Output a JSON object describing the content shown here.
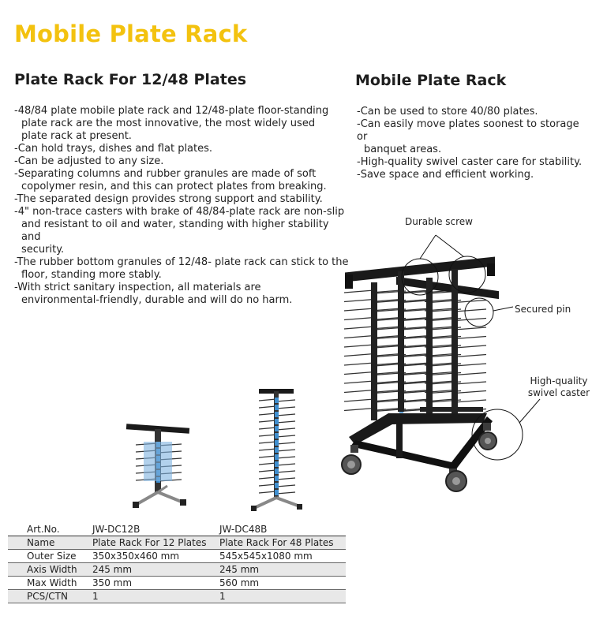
{
  "page_title": "Mobile Plate Rack",
  "left": {
    "title": "Plate Rack For 12/48 Plates",
    "features": [
      [
        "-48/84 plate mobile plate rack and 12/48-plate floor-standing",
        "plate rack are the most innovative, the most widely used",
        "plate rack at present."
      ],
      [
        "-Can hold trays, dishes and flat plates."
      ],
      [
        "-Can be adjusted to any size."
      ],
      [
        "-Separating columns and rubber granules are made of soft",
        "copolymer resin, and this can protect plates from breaking."
      ],
      [
        "-The separated design provides strong support and stability."
      ],
      [
        "-4\" non-trace casters with brake of 48/84-plate rack are non-slip",
        "and resistant to oil and water, standing with higher stability and",
        "security."
      ],
      [
        "-The rubber bottom granules of 12/48- plate rack can stick to the",
        "floor, standing more stably."
      ],
      [
        "-With strict sanitary inspection, all materials are",
        "environmental-friendly, durable and will do no harm."
      ]
    ]
  },
  "right": {
    "title": "Mobile Plate Rack",
    "features": [
      [
        "-Can be used to store 40/80 plates."
      ],
      [
        "-Can easily move plates soonest to storage or",
        "banquet areas."
      ],
      [
        "-High-quality swivel caster care for stability."
      ],
      [
        "-Save space and efficient working."
      ]
    ],
    "callouts": {
      "screw": "Durable screw",
      "pin": "Secured pin",
      "caster_line1": "High-quality",
      "caster_line2": "swivel caster"
    }
  },
  "spec_table": {
    "header": [
      "Art.No.",
      "JW-DC12B",
      "JW-DC48B"
    ],
    "rows": [
      [
        "Name",
        "Plate Rack For 12 Plates",
        "Plate Rack For 48 Plates"
      ],
      [
        "Outer Size",
        "350x350x460 mm",
        "545x545x1080 mm"
      ],
      [
        "Axis Width",
        "245 mm",
        "245 mm"
      ],
      [
        "Max Width",
        "350 mm",
        "560 mm"
      ],
      [
        "PCS/CTN",
        "1",
        "1"
      ]
    ]
  },
  "colors": {
    "title_yellow": "#f3c20f",
    "peg_blue": "#3f8fd0",
    "frame_black": "#1a1a1a"
  }
}
